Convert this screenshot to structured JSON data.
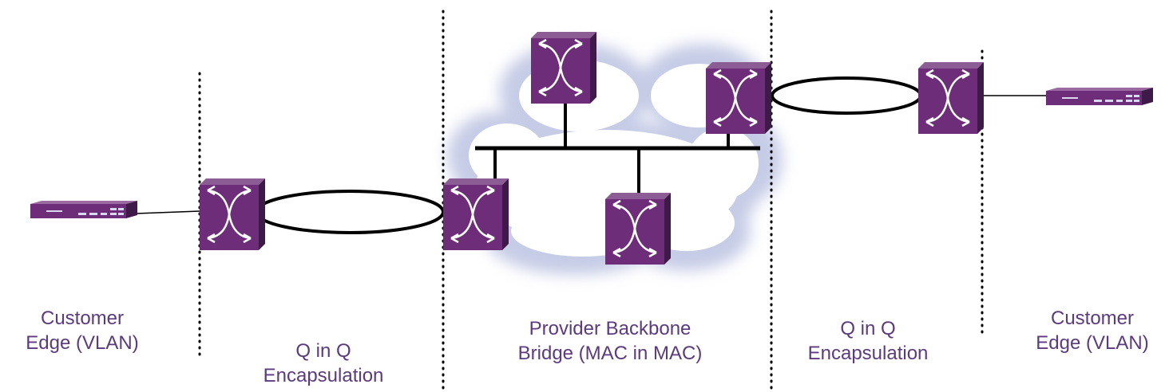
{
  "labels": {
    "customer_edge_left": [
      "Customer",
      "Edge (VLAN)"
    ],
    "qinq_left": [
      "Q in Q",
      "Encapsulation"
    ],
    "pbb": [
      "Provider Backbone",
      "Bridge (MAC in MAC)"
    ],
    "qinq_right": [
      "Q in Q",
      "Encapsulation"
    ],
    "customer_edge_right": [
      "Customer",
      "Edge (VLAN)"
    ]
  },
  "icons": {
    "switch": "network-switch-cube-icon",
    "edge_device": "edge-router-icon",
    "cloud": "provider-cloud-icon"
  },
  "colors": {
    "switch_front": "#6e2d78",
    "switch_side": "#3e1a48",
    "switch_top": "#8c5c94",
    "label_text": "#5b3a7e",
    "lines": "#000000",
    "cloud_fill": "#ffffff",
    "cloud_glow": "#c6cce6"
  }
}
